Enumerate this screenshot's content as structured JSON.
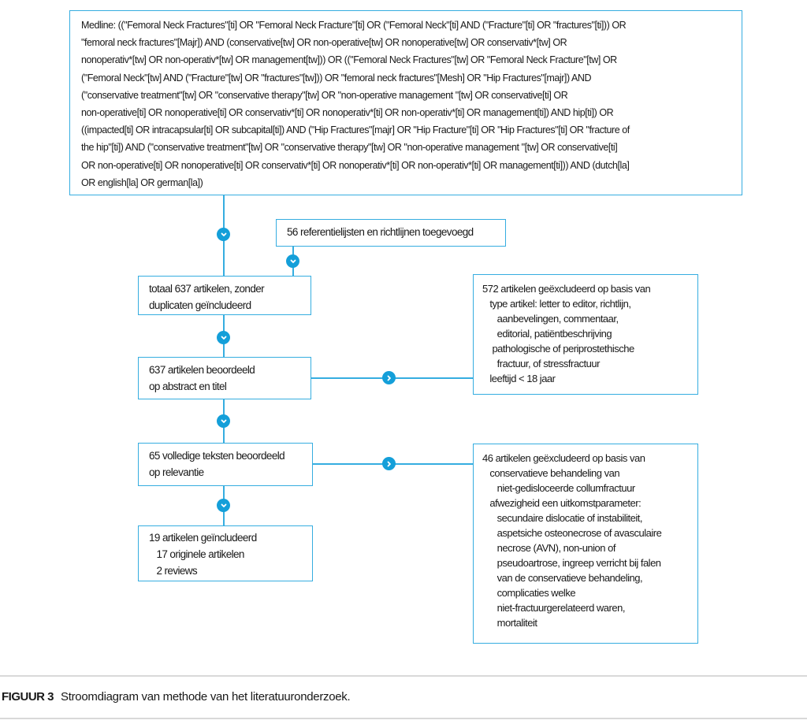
{
  "colors": {
    "line": "#35ade0",
    "arrow": "#149fd9",
    "text": "#181818",
    "rule": "#d9d9d9"
  },
  "flowchart": {
    "query_box": "Medline: ((\"Femoral Neck Fractures\"[ti] OR \"Femoral Neck Fracture\"[ti] OR (\"Femoral Neck\"[ti] AND (\"Fracture\"[ti] OR \"fractures\"[ti])) OR\n\"femoral neck fractures\"[Majr]) AND (conservative[tw] OR non-operative[tw] OR nonoperative[tw] OR conservativ*[tw] OR\nnonoperativ*[tw] OR non-operativ*[tw] OR management[tw])) OR ((\"Femoral Neck Fractures\"[tw] OR \"Femoral Neck Fracture\"[tw] OR\n(\"Femoral Neck\"[tw] AND (\"Fracture\"[tw] OR \"fractures\"[tw])) OR \"femoral neck fractures\"[Mesh] OR \"Hip Fractures\"[majr]) AND\n(\"conservative treatment\"[tw] OR \"conservative therapy\"[tw] OR \"non-operative management \"[tw] OR conservative[ti] OR\nnon-operative[ti] OR nonoperative[ti] OR conservativ*[ti] OR nonoperativ*[ti] OR non-operativ*[ti] OR management[ti]) AND hip[ti]) OR\n((impacted[ti] OR intracapsular[ti] OR subcapital[ti]) AND (\"Hip Fractures\"[majr] OR \"Hip Fracture\"[ti] OR \"Hip Fractures\"[ti] OR \"fracture of\nthe hip\"[ti]) AND (\"conservative treatment\"[tw] OR \"conservative therapy\"[tw] OR \"non-operative management \"[tw] OR conservative[ti]\nOR non-operative[ti] OR nonoperative[ti] OR conservativ*[ti] OR nonoperativ*[ti] OR non-operativ*[ti] OR management[ti])) AND (dutch[la]\nOR english[la] OR german[la])",
    "box_references_added": "56 referentielijsten en richtlijnen toegevoegd",
    "box_total_unique": "totaal 637 artikelen, zonder\nduplicaten geïncludeerd",
    "box_screened": "637 artikelen beoordeeld\nop abstract en titel",
    "box_excluded_572": "572 artikelen geëxcludeerd op basis van\n   type artikel: letter to editor, richtlijn,\n      aanbevelingen, commentaar,\n      editorial, patiëntbeschrijving\n    pathologische of periprostethische\n      fractuur, of stressfractuur\n   leeftijd < 18 jaar",
    "box_fulltext": "65 volledige teksten beoordeeld\nop relevantie",
    "box_excluded_46": "46 artikelen geëxcludeerd op basis van\n   conservatieve behandeling van\n      niet-gedisloceerde collumfractuur\n   afwezigheid een uitkomstparameter:\n      secundaire dislocatie of instabiliteit,\n      aspetsiche osteonecrose of avasculaire\n      necrose (AVN), non-union of\n      pseudoartrose, ingreep verricht bij falen\n      van de conservatieve behandeling,\n      complicaties welke\n      niet-fractuurgerelateerd waren,\n      mortaliteit",
    "box_included": "19 artikelen geïncludeerd\n   17 originele artikelen\n   2 reviews"
  },
  "caption": {
    "label": "FIGUUR 3",
    "text": "Stroomdiagram van methode van het literatuuronderzoek."
  }
}
